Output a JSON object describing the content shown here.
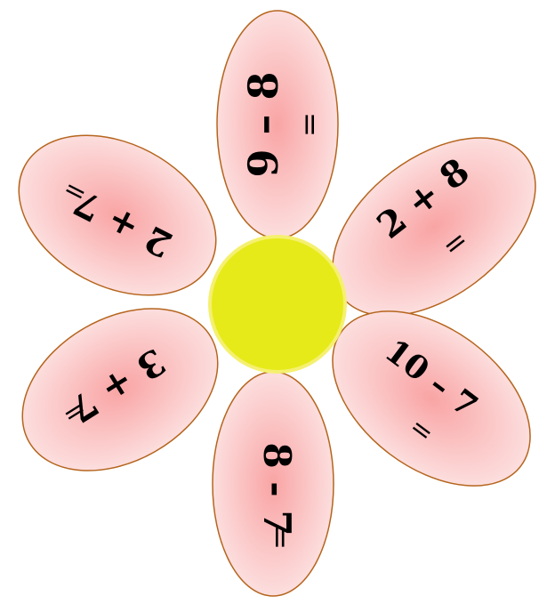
{
  "petals": [
    {
      "id": "top",
      "expression": "9 – 8",
      "equals": "="
    },
    {
      "id": "upper-right",
      "expression": "2 + 8",
      "equals": "="
    },
    {
      "id": "lower-right",
      "expression": "10 – 7",
      "equals": "="
    },
    {
      "id": "bottom",
      "expression": "8 - 7",
      "equals": "="
    },
    {
      "id": "lower-left",
      "expression": "3 + 7",
      "equals": "="
    },
    {
      "id": "upper-left",
      "expression": "2 + 7",
      "equals": "="
    }
  ],
  "colors": {
    "petal_fill_light": "#fde6e6",
    "petal_fill_dark": "#f59a9a",
    "petal_stroke": "#b5651d",
    "center_fill": "#e6ea18",
    "center_stroke": "#f5f070"
  }
}
